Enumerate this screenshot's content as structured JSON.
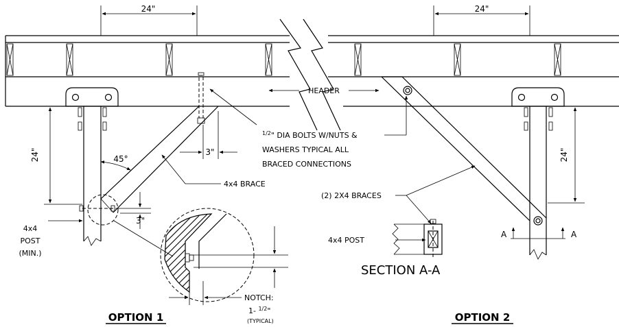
{
  "dimensions": {
    "left_top_spacing": "24\"",
    "right_top_spacing": "24\"",
    "left_vertical": "24\"",
    "right_vertical": "24\"",
    "bolt_offset": "3\"",
    "notch_offset": "3\"",
    "angle": "45°"
  },
  "labels": {
    "header": "HEADER",
    "bolts_line1_frac": "1/2",
    "bolts_line1_rest": "\" DIA BOLTS W/NUTS &",
    "bolts_line2": "WASHERS TYPICAL  ALL",
    "bolts_line3": "BRACED CONNECTIONS",
    "brace_4x4": "4x4 BRACE",
    "post_line1": "4x4",
    "post_line2": "POST",
    "post_line3": "(MIN.)",
    "notch_line1": "NOTCH:",
    "notch_line2_a": "1- ",
    "notch_line2_frac": "1/2",
    "notch_line2_b": "\"",
    "notch_line3": "(TYPICAL)",
    "braces_2x4": "(2) 2X4 BRACES",
    "section_post": "4x4 POST",
    "section_title": "SECTION A-A",
    "section_mark_left": "A",
    "section_mark_right": "A"
  },
  "options": {
    "option1": "OPTION 1",
    "option2": "OPTION 2"
  }
}
